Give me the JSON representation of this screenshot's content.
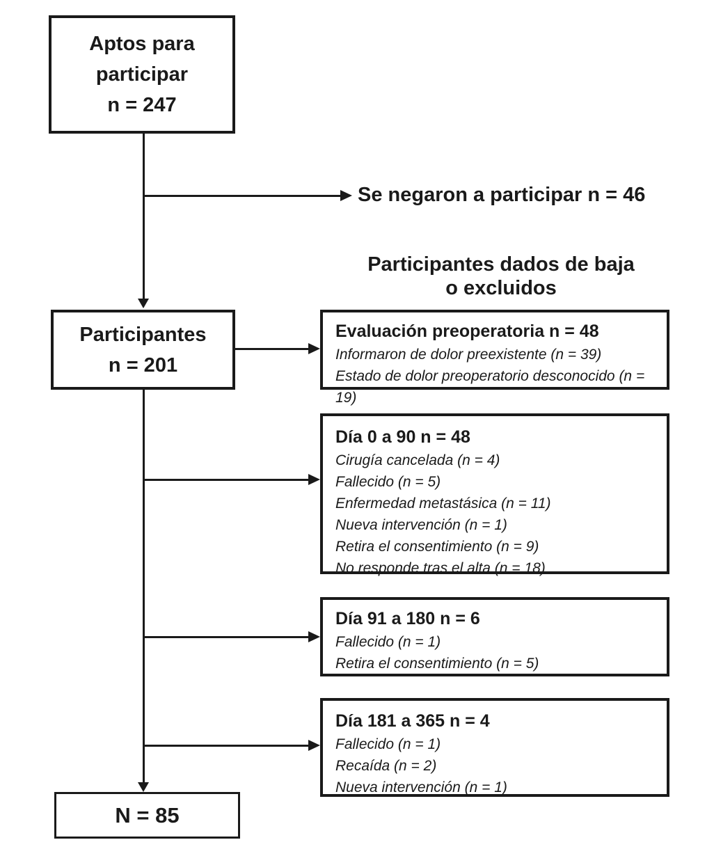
{
  "palette": {
    "ink": "#1a1a1a",
    "background": "#ffffff"
  },
  "boxes": {
    "eligible": {
      "line1": "Aptos para",
      "line2": "participar",
      "line3": "n = 247"
    },
    "participants": {
      "line1": "Participantes",
      "line2": "n = 201"
    },
    "final": {
      "label": "N = 85"
    }
  },
  "annotations": {
    "refused": "Se negaron a participar n = 46",
    "withdrawn_header_line1": "Participantes dados de baja",
    "withdrawn_header_line2": "o excluidos"
  },
  "exclusion_boxes": [
    {
      "title": "Evaluación preoperatoria n = 48",
      "items": [
        "Informaron de dolor preexistente (n = 39)",
        "Estado de dolor preoperatorio desconocido (n = 19)"
      ]
    },
    {
      "title": "Día 0 a 90 n = 48",
      "items": [
        "Cirugía cancelada (n = 4)",
        "Fallecido (n = 5)",
        "Enfermedad metastásica (n = 11)",
        "Nueva intervención (n = 1)",
        "Retira el consentimiento (n = 9)",
        "No responde tras el alta (n = 18)"
      ]
    },
    {
      "title": "Día 91 a 180 n = 6",
      "items": [
        "Fallecido (n = 1)",
        "Retira el consentimiento (n = 5)"
      ]
    },
    {
      "title": "Día 181 a 365 n = 4",
      "items": [
        "Fallecido (n = 1)",
        "Recaída (n = 2)",
        "Nueva intervención (n = 1)"
      ]
    }
  ]
}
